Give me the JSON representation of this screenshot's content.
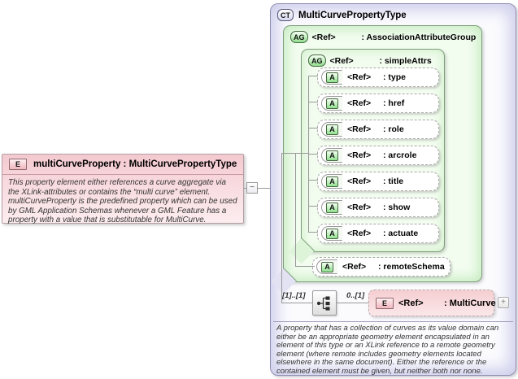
{
  "palette": {
    "element_pink": "#f3c9cf",
    "group_green": "#92dd8e",
    "complextype_lavender": "#d5d5f0",
    "connector_gray": "#999999"
  },
  "element": {
    "badge": "E",
    "name": "multiCurveProperty",
    "type": " : MultiCurvePropertyType",
    "annotation": "This property element either references a curve aggregate via the XLink-attributes or contains the “multi curve” element. multiCurveProperty is the predefined property which can be used by GML Application Schemas whenever a GML Feature has a property with a value that is substitutable for MultiCurve."
  },
  "toggle": {
    "symbol": "−"
  },
  "complexType": {
    "badge": "CT",
    "title": "MultiCurvePropertyType",
    "assocGroup": {
      "badge": "AG",
      "ref": "<Ref>",
      "name": ": AssociationAttributeGroup",
      "simpleAttrs": {
        "badge": "AG",
        "ref": "<Ref>",
        "name": ": simpleAttrs",
        "attributes": [
          {
            "badge": "A",
            "ref": "<Ref>",
            "name": ": type"
          },
          {
            "badge": "A",
            "ref": "<Ref>",
            "name": ": href"
          },
          {
            "badge": "A",
            "ref": "<Ref>",
            "name": ": role"
          },
          {
            "badge": "A",
            "ref": "<Ref>",
            "name": ": arcrole"
          },
          {
            "badge": "A",
            "ref": "<Ref>",
            "name": ": title"
          },
          {
            "badge": "A",
            "ref": "<Ref>",
            "name": ": show"
          },
          {
            "badge": "A",
            "ref": "<Ref>",
            "name": ": actuate"
          }
        ]
      },
      "remoteSchema": {
        "badge": "A",
        "ref": "<Ref>",
        "name": ": remoteSchema"
      }
    },
    "sequence": {
      "ownCardinality": "[1]..[1]",
      "childCardinality": "0..[1]",
      "child": {
        "badge": "E",
        "ref": "<Ref>",
        "name": ": MultiCurve"
      },
      "expandSymbol": "+"
    },
    "annotation": "A property that has a collection of curves as its value domain can either be an appropriate geometry element encapsulated in an element of this type or an XLink reference to a remote geometry element (where remote includes geometry elements located elsewhere in the same document). Either the reference or the contained element must be given, but neither both nor none."
  }
}
